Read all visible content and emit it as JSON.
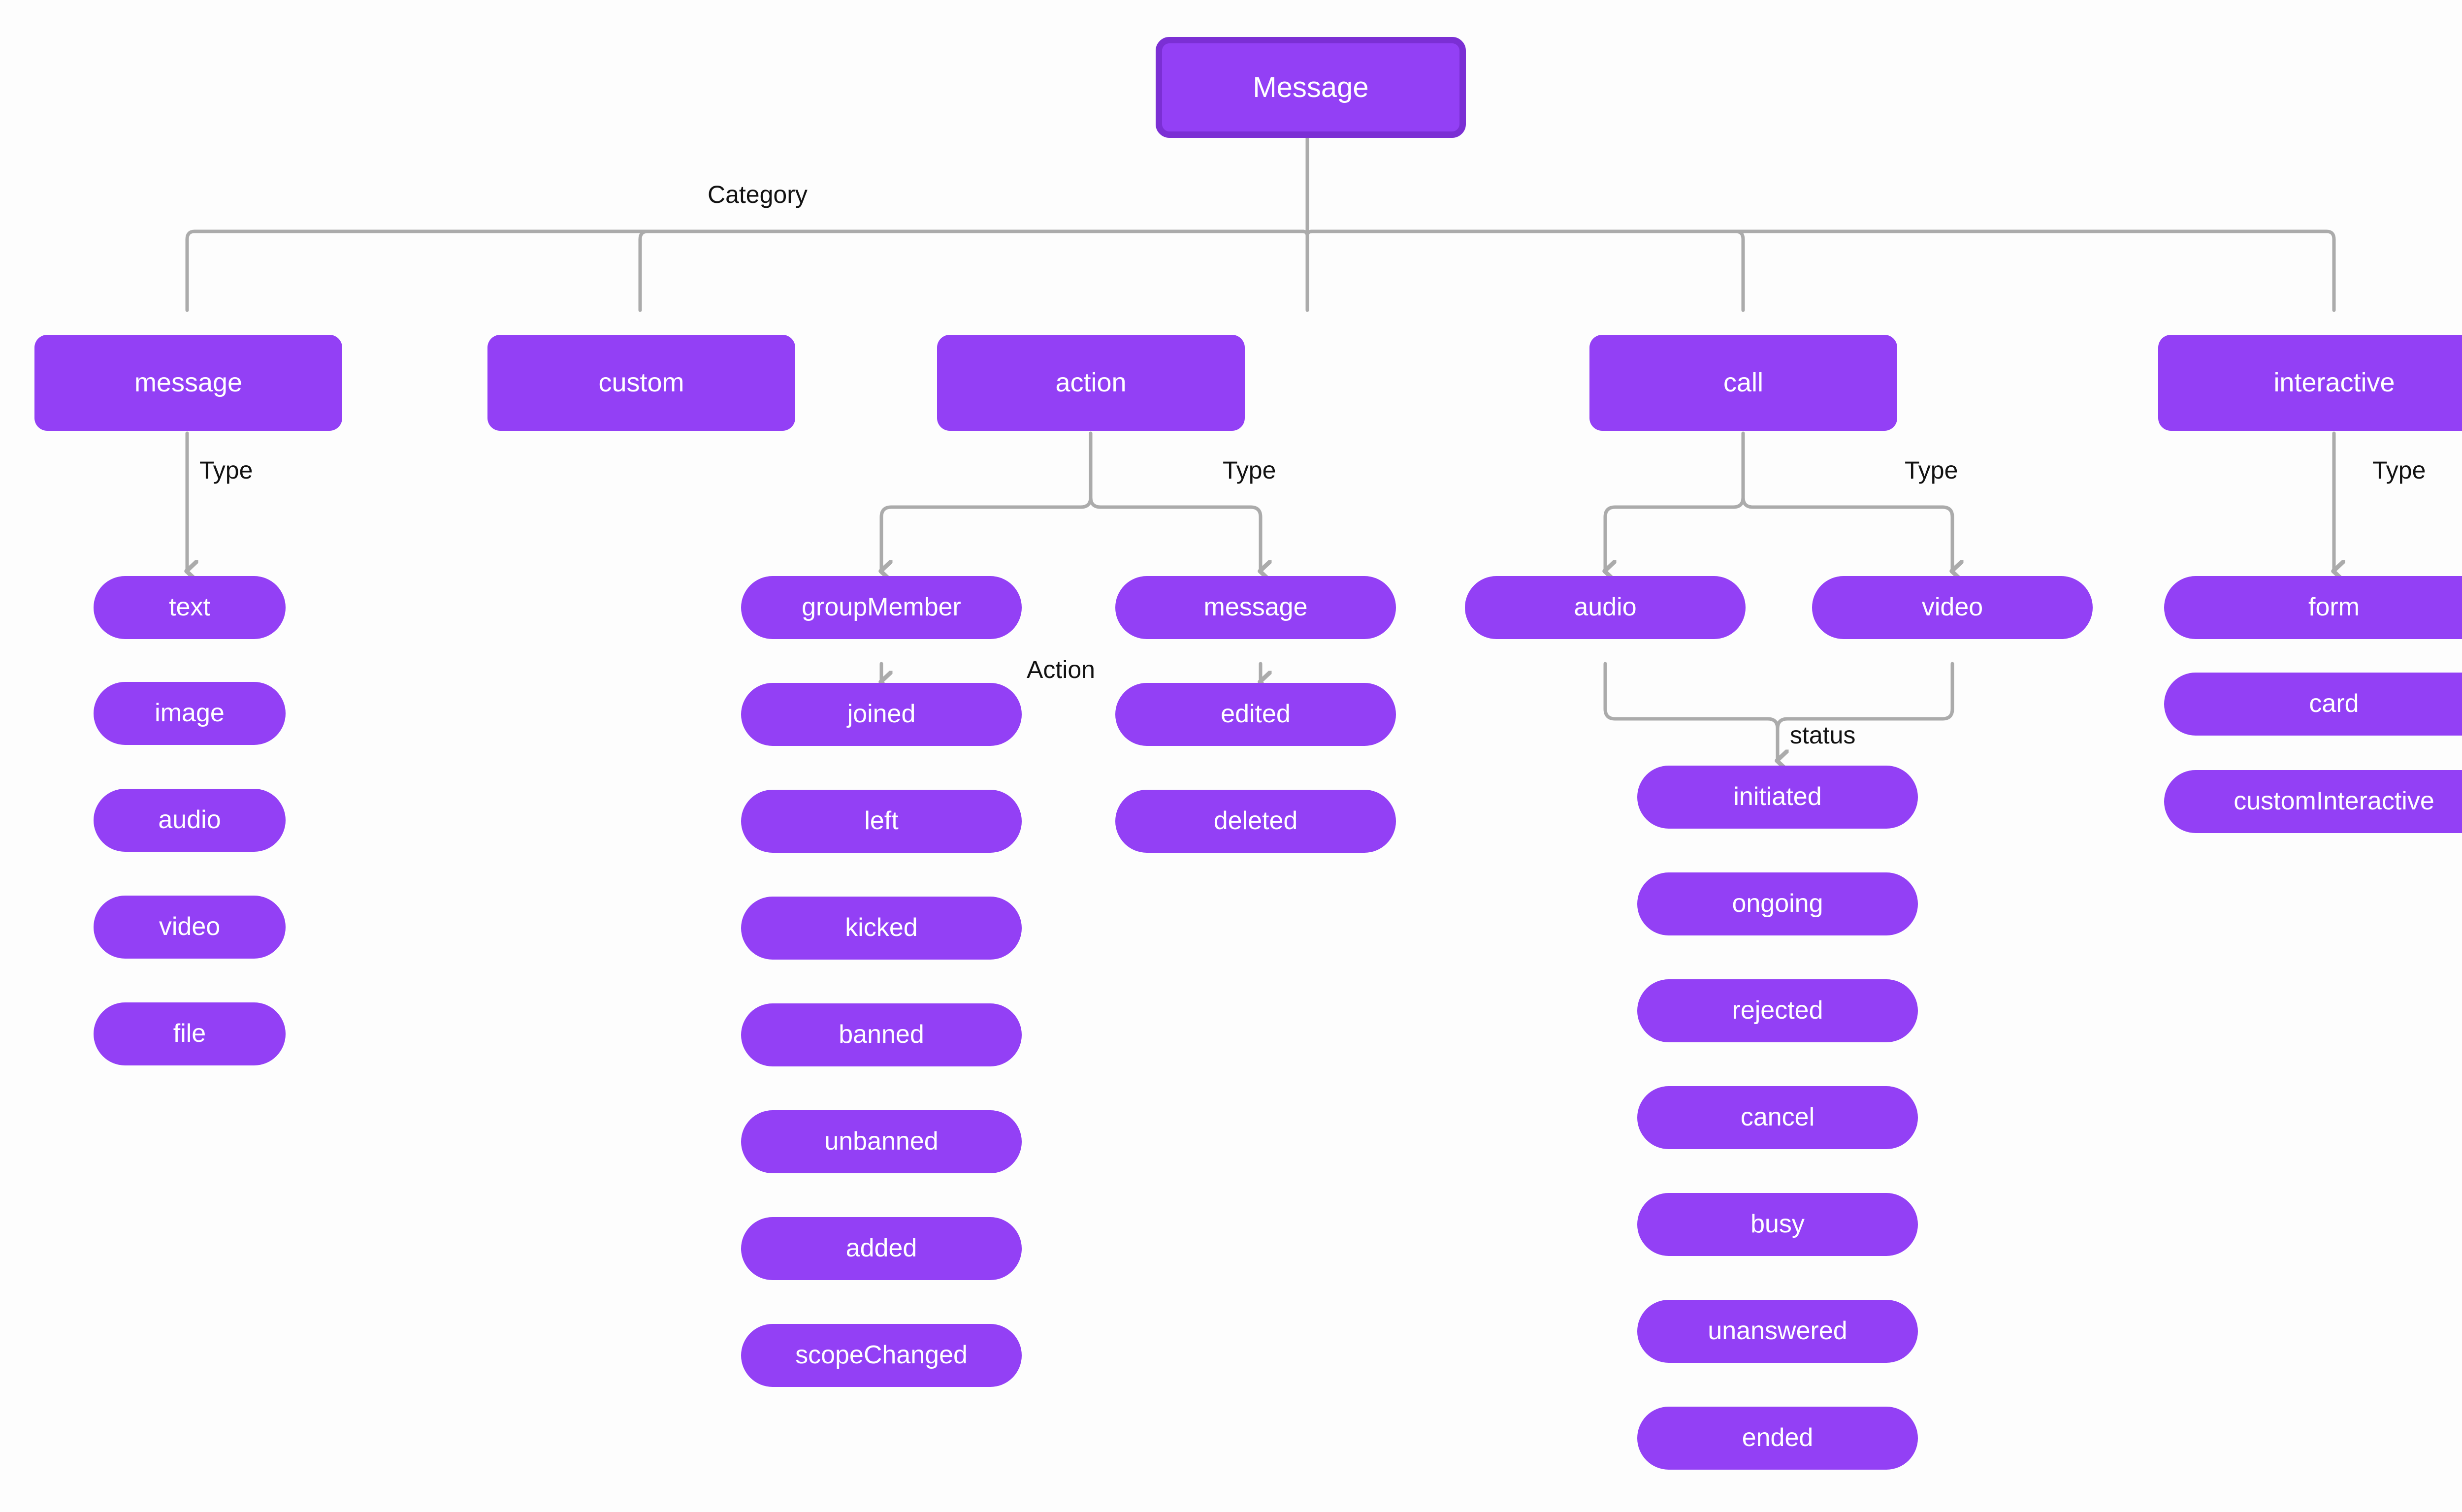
{
  "diagram": {
    "title": "Message",
    "background_color": "#fdfdfd",
    "node_fill": "#9340f5",
    "node_border": "#7b2fd4",
    "node_text_color": "#ffffff",
    "edge_color": "#ababab",
    "label_color": "#121212"
  },
  "root": {
    "label": "Message"
  },
  "edge_labels": {
    "category": "Category",
    "type_message": "Type",
    "type_action": "Type",
    "type_call": "Type",
    "type_interactive": "Type",
    "action": "Action",
    "status": "status"
  },
  "categories": [
    {
      "label": "message"
    },
    {
      "label": "custom"
    },
    {
      "label": "action"
    },
    {
      "label": "call"
    },
    {
      "label": "interactive"
    }
  ],
  "message_types": [
    {
      "label": "text"
    },
    {
      "label": "image"
    },
    {
      "label": "audio"
    },
    {
      "label": "video"
    },
    {
      "label": "file"
    }
  ],
  "action_types": [
    {
      "label": "groupMember"
    },
    {
      "label": "message"
    }
  ],
  "group_member_actions": [
    {
      "label": "joined"
    },
    {
      "label": "left"
    },
    {
      "label": "kicked"
    },
    {
      "label": "banned"
    },
    {
      "label": "unbanned"
    },
    {
      "label": "added"
    },
    {
      "label": "scopeChanged"
    }
  ],
  "message_actions": [
    {
      "label": "edited"
    },
    {
      "label": "deleted"
    }
  ],
  "call_types": [
    {
      "label": "audio"
    },
    {
      "label": "video"
    }
  ],
  "call_statuses": [
    {
      "label": "initiated"
    },
    {
      "label": "ongoing"
    },
    {
      "label": "rejected"
    },
    {
      "label": "cancel"
    },
    {
      "label": "busy"
    },
    {
      "label": "unanswered"
    },
    {
      "label": "ended"
    }
  ],
  "interactive_types": [
    {
      "label": "form"
    },
    {
      "label": "card"
    },
    {
      "label": "customInteractive"
    }
  ]
}
